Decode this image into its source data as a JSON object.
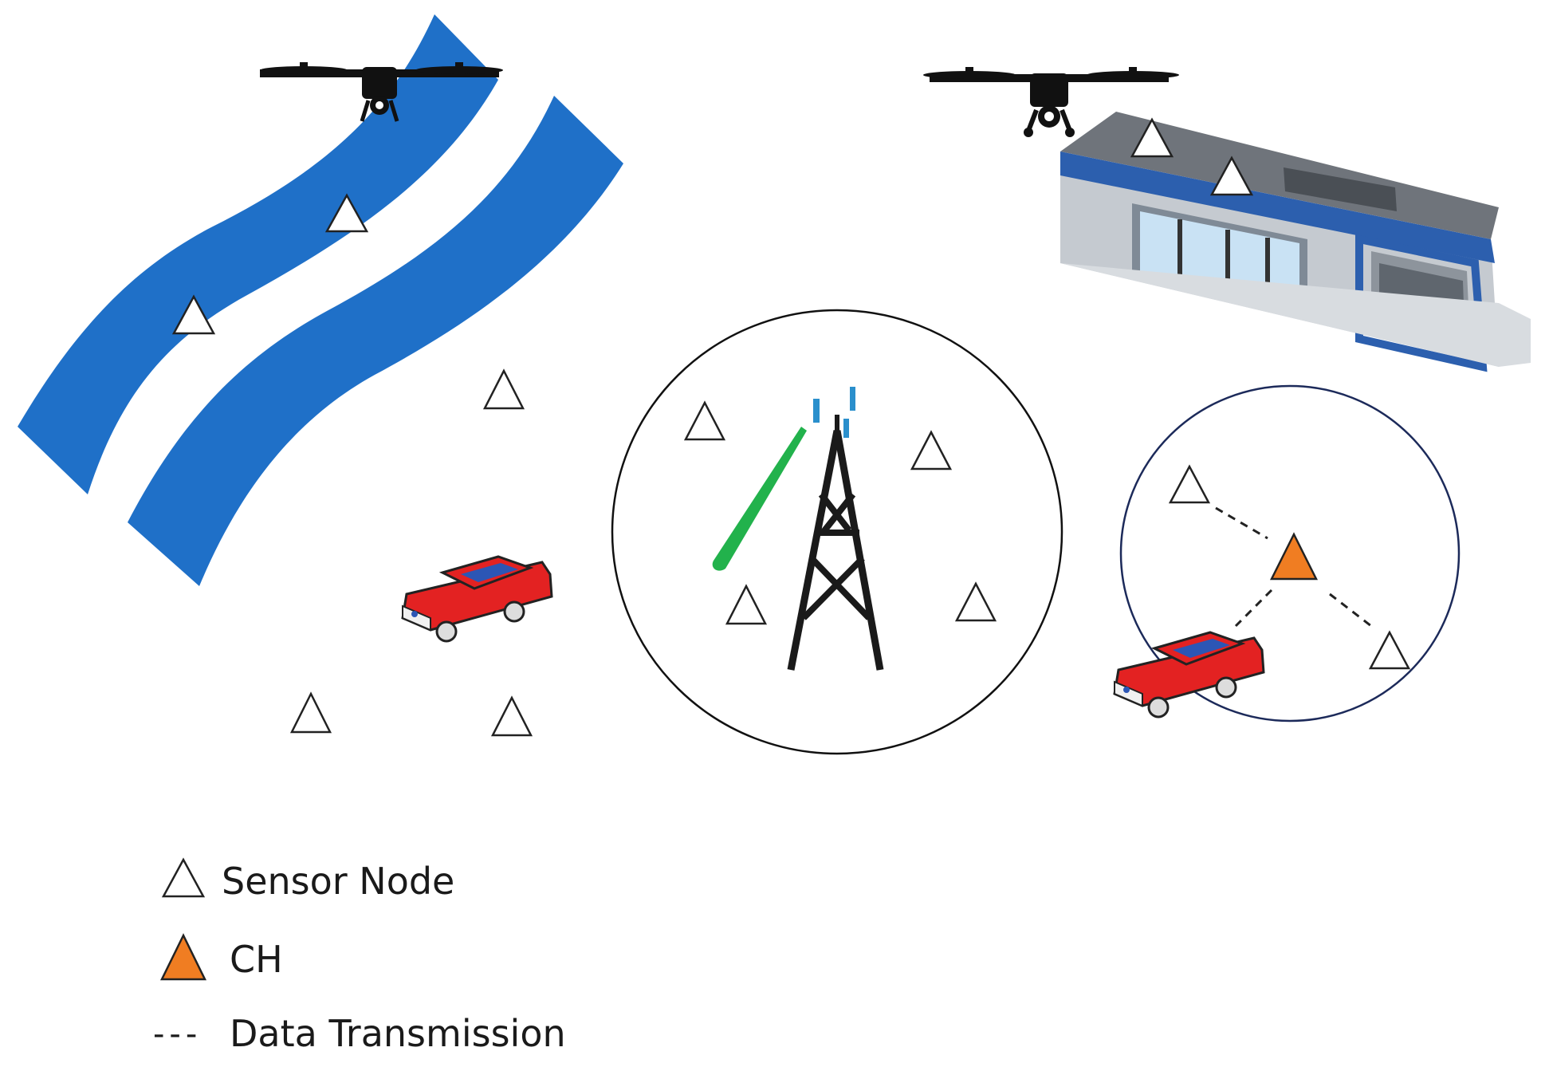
{
  "legend": {
    "sensor_node": {
      "label": "Sensor Node",
      "icon": "white-triangle-icon"
    },
    "cluster_head": {
      "label": "CH",
      "icon": "orange-triangle-icon"
    },
    "data_transmission": {
      "label": "Data Transmission",
      "symbol": "---"
    }
  },
  "colors": {
    "river": "#1f70c8",
    "cluster_head": "#f07d22",
    "sensor_fill": "#ffffff",
    "outline": "#222222",
    "car_body": "#e32222",
    "car_roof": "#2c56b5",
    "tower": "#1a1a1a",
    "antenna": "#2a8fcc",
    "signal_beam": "#22b24c",
    "building_wall": "#9ea4ab",
    "building_roof": "#6f747b",
    "building_trim": "#2c5fae",
    "drone": "#111111"
  },
  "icons": [
    "drone-icon",
    "river-icon",
    "car-icon",
    "cell-tower-icon",
    "building-icon",
    "sensor-node-icon",
    "cluster-head-icon"
  ]
}
